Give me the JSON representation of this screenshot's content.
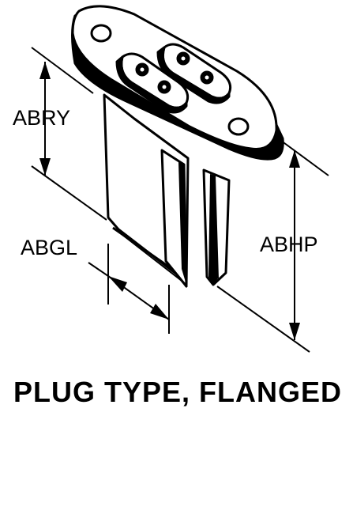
{
  "dimensions": {
    "abry": "ABRY",
    "abgl": "ABGL",
    "abhp": "ABHP"
  },
  "caption": "PLUG TYPE, FLANGED",
  "colors": {
    "ink": "#000000",
    "paper": "#ffffff"
  }
}
